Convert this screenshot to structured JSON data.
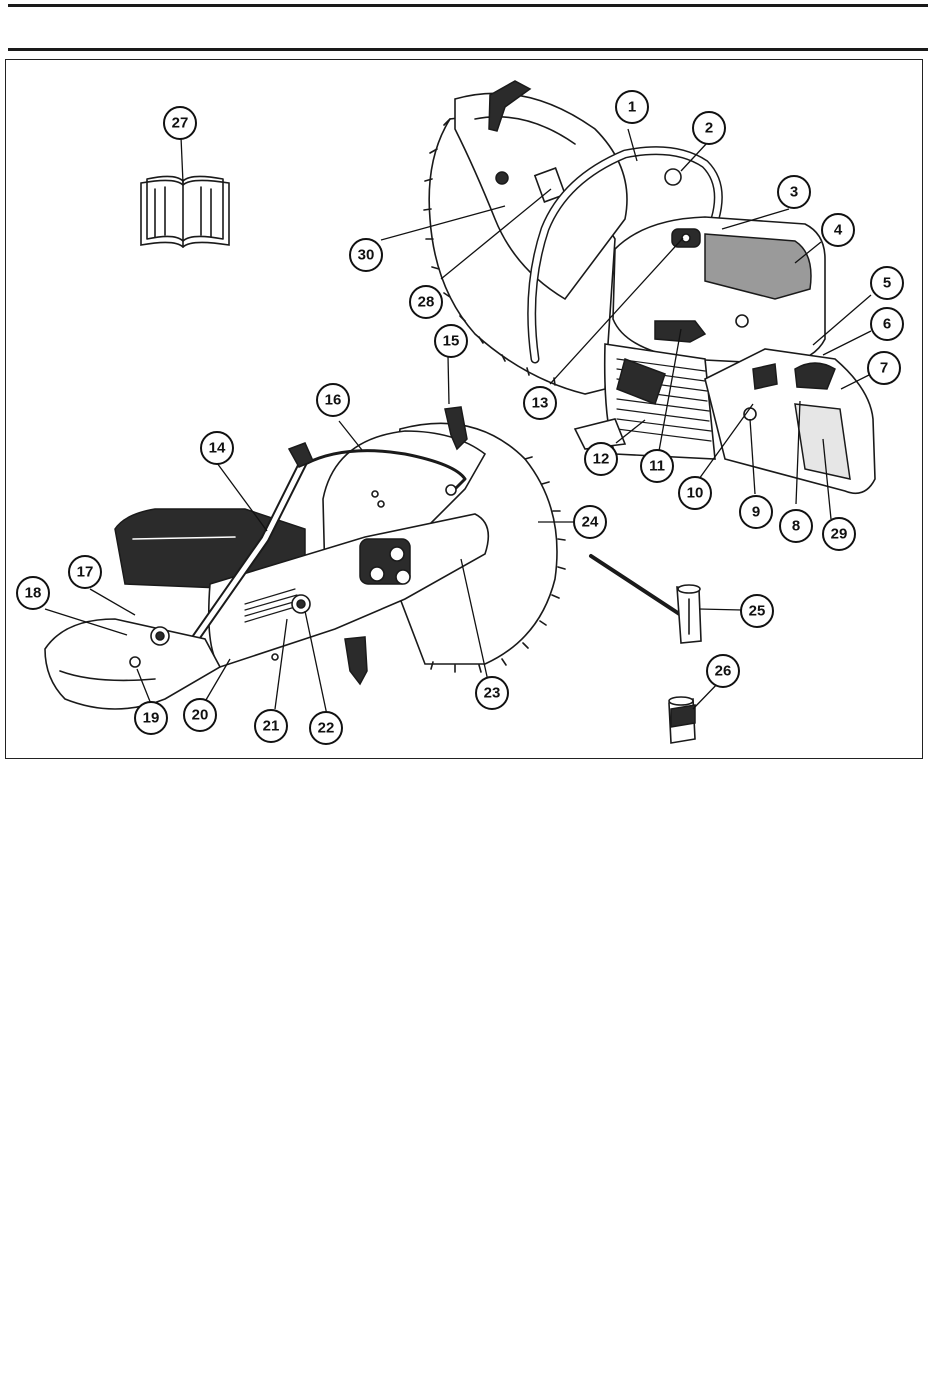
{
  "callouts": [
    {
      "id": "1",
      "label": "1"
    },
    {
      "id": "2",
      "label": "2"
    },
    {
      "id": "3",
      "label": "3"
    },
    {
      "id": "4",
      "label": "4"
    },
    {
      "id": "5",
      "label": "5"
    },
    {
      "id": "6",
      "label": "6"
    },
    {
      "id": "7",
      "label": "7"
    },
    {
      "id": "8",
      "label": "8"
    },
    {
      "id": "9",
      "label": "9"
    },
    {
      "id": "10",
      "label": "10"
    },
    {
      "id": "11",
      "label": "11"
    },
    {
      "id": "12",
      "label": "12"
    },
    {
      "id": "13",
      "label": "13"
    },
    {
      "id": "14",
      "label": "14"
    },
    {
      "id": "15",
      "label": "15"
    },
    {
      "id": "16",
      "label": "16"
    },
    {
      "id": "17",
      "label": "17"
    },
    {
      "id": "18",
      "label": "18"
    },
    {
      "id": "19",
      "label": "19"
    },
    {
      "id": "20",
      "label": "20"
    },
    {
      "id": "21",
      "label": "21"
    },
    {
      "id": "22",
      "label": "22"
    },
    {
      "id": "23",
      "label": "23"
    },
    {
      "id": "24",
      "label": "24"
    },
    {
      "id": "25",
      "label": "25"
    },
    {
      "id": "26",
      "label": "26"
    },
    {
      "id": "27",
      "label": "27"
    },
    {
      "id": "28",
      "label": "28"
    },
    {
      "id": "29",
      "label": "29"
    },
    {
      "id": "30",
      "label": "30"
    }
  ],
  "icons": {
    "manual": "open-book-icon",
    "saw_top": "power-cutter-top-view",
    "saw_bottom": "power-cutter-side-view",
    "wrench": "combination-wrench-icon",
    "hose_coupling": "hose-coupling-icon"
  }
}
